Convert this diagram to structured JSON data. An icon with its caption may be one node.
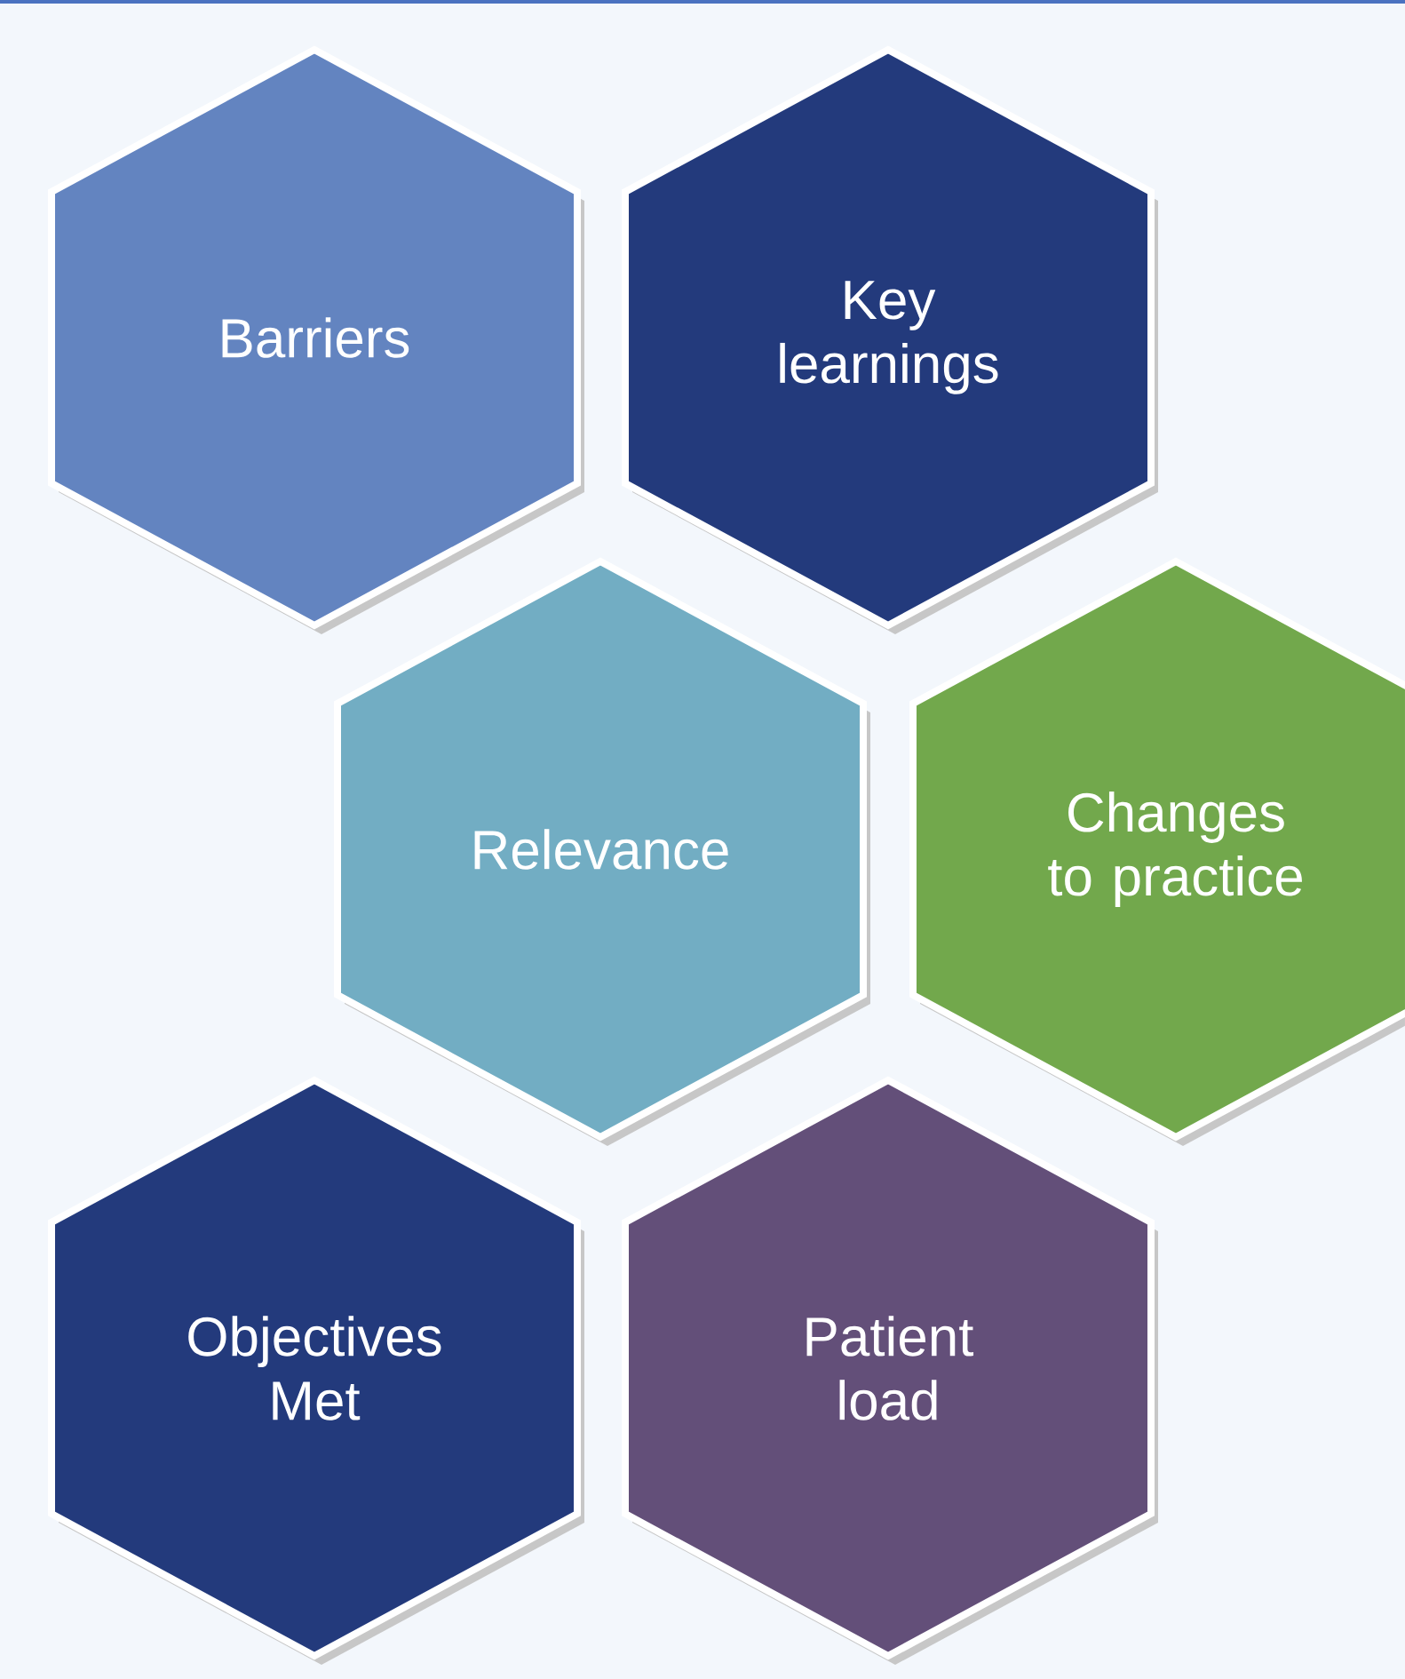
{
  "diagram": {
    "nodes": [
      {
        "text": [
          "Barriers"
        ]
      },
      {
        "text": [
          "Key learnings"
        ]
      },
      {
        "text": [
          "Relevance"
        ]
      },
      {
        "text": [
          "Changes to practice"
        ]
      },
      {
        "text": [
          "Objectives Met"
        ]
      },
      {
        "text": [
          "Patient load"
        ]
      }
    ]
  }
}
